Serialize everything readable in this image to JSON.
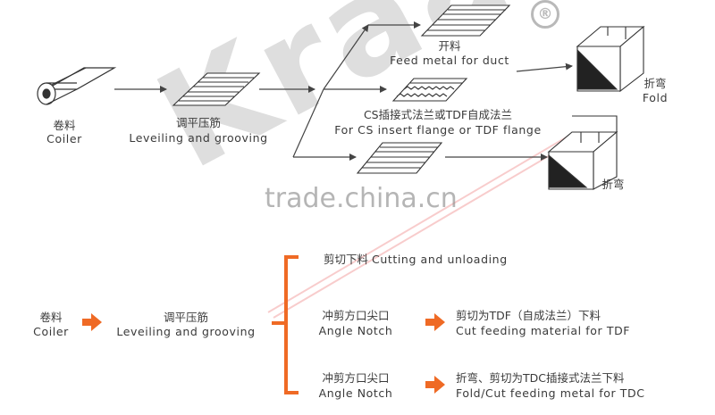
{
  "colors": {
    "accent": "#f26522",
    "line": "#444444",
    "watermark": "#8a8a8a"
  },
  "watermark": {
    "brand": "Kraass",
    "site": "trade.china.cn",
    "registered": "®"
  },
  "top_flow": {
    "coiler": {
      "cn": "卷料",
      "en": "Coiler"
    },
    "leveling": {
      "cn": "调平压筋",
      "en": "Leveiling and grooving"
    },
    "feed": {
      "cn": "开料",
      "en": "Feed metal for duct"
    },
    "flange": {
      "cn": "CS插接式法兰或TDF自成法兰",
      "en": "For CS insert flange or TDF flange"
    },
    "fold": {
      "cn": "折弯",
      "en": "Fold"
    },
    "fold2": {
      "cn": "折弯"
    }
  },
  "bottom_flow": {
    "coiler": {
      "cn": "卷料",
      "en": "Coiler"
    },
    "leveling": {
      "cn": "调平压筋",
      "en": "Leveiling and grooving"
    },
    "cutting": {
      "cn": "剪切下料",
      "en": "Cutting and unloading"
    },
    "notch1": {
      "cn": "冲剪方口尖口",
      "en": "Angle Notch"
    },
    "tdf": {
      "cn": "剪切为TDF（自成法兰）下料",
      "en": "Cut feeding material for TDF"
    },
    "notch2": {
      "cn": "冲剪方口尖口",
      "en": "Angle Notch"
    },
    "tdc": {
      "cn": "折弯、剪切为TDC插接式法兰下料",
      "en": "Fold/Cut feeding metal for TDC"
    }
  }
}
